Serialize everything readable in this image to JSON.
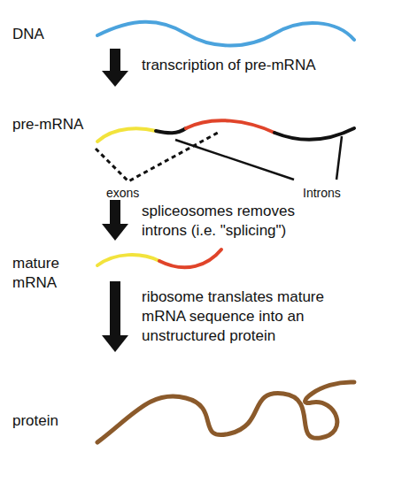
{
  "diagram": {
    "labels": [
      "DNA",
      "transcription of pre-mRNA",
      "pre-mRNA",
      "exons",
      "Introns",
      "spliceosomes removes introns (i.e. \"splicing\")",
      "mature mRNA",
      "ribosome translates mature mRNA sequence into an unstructured protein",
      "protein"
    ]
  }
}
